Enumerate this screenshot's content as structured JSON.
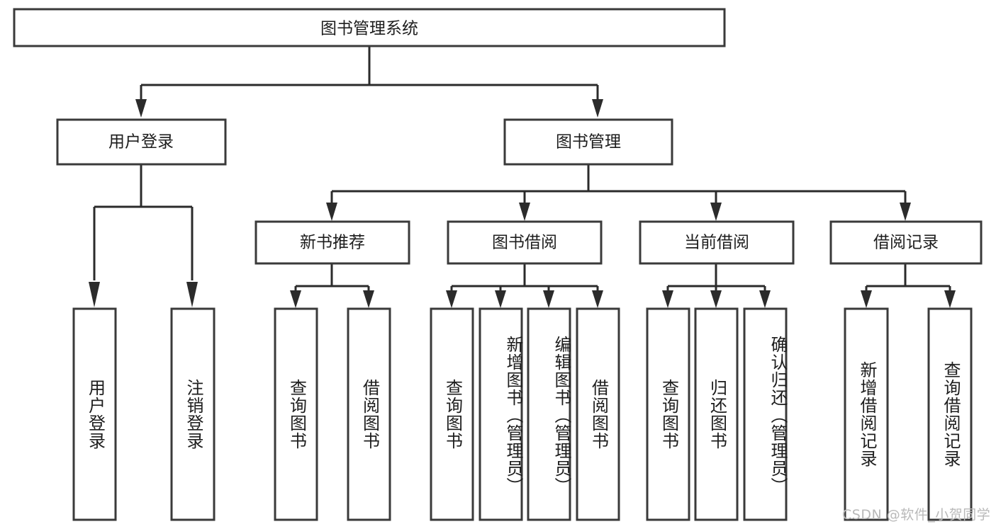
{
  "diagram": {
    "title_node": {
      "label": "图书管理系统"
    },
    "level2": [
      {
        "id": "user-login",
        "label": "用户登录"
      },
      {
        "id": "book-manage",
        "label": "图书管理"
      }
    ],
    "level3": [
      {
        "id": "new-book-recommend",
        "label": "新书推荐"
      },
      {
        "id": "book-borrow",
        "label": "图书借阅"
      },
      {
        "id": "current-borrow",
        "label": "当前借阅"
      },
      {
        "id": "borrow-record",
        "label": "借阅记录"
      }
    ],
    "leaves": [
      {
        "id": "leaf-user-login",
        "label": "用户登录",
        "align": "center"
      },
      {
        "id": "leaf-logout-login",
        "label": "注销登录",
        "align": "center"
      },
      {
        "id": "leaf-query-book-1",
        "label": "查询图书",
        "align": "center"
      },
      {
        "id": "leaf-borrow-book-1",
        "label": "借阅图书",
        "align": "center"
      },
      {
        "id": "leaf-query-book-2",
        "label": "查询图书",
        "align": "center"
      },
      {
        "id": "leaf-add-book-admin",
        "label": "新增图书（管理员）",
        "align": "top"
      },
      {
        "id": "leaf-edit-book-admin",
        "label": "编辑图书（管理员）",
        "align": "top"
      },
      {
        "id": "leaf-borrow-book-2",
        "label": "借阅图书",
        "align": "center"
      },
      {
        "id": "leaf-query-book-3",
        "label": "查询图书",
        "align": "center"
      },
      {
        "id": "leaf-return-book",
        "label": "归还图书",
        "align": "center"
      },
      {
        "id": "leaf-confirm-return-admin",
        "label": "确认归还（管理员）",
        "align": "top"
      },
      {
        "id": "leaf-add-borrow-record",
        "label": "新增借阅记录",
        "align": "center"
      },
      {
        "id": "leaf-query-borrow-record",
        "label": "查询借阅记录",
        "align": "center"
      }
    ],
    "watermark": "CSDN @软件_小贺同学",
    "colors": {
      "box_stroke": "#3a3a3a",
      "connector": "#2b2b2b",
      "text": "#1d1d1d",
      "background": "#ffffff",
      "watermark": "#b9b9b9"
    }
  },
  "chart_data": {
    "type": "tree",
    "title": "图书管理系统",
    "nodes": [
      {
        "id": "root",
        "label": "图书管理系统",
        "level": 0,
        "parent": null
      },
      {
        "id": "user-login",
        "label": "用户登录",
        "level": 1,
        "parent": "root"
      },
      {
        "id": "book-manage",
        "label": "图书管理",
        "level": 1,
        "parent": "root"
      },
      {
        "id": "new-book-recommend",
        "label": "新书推荐",
        "level": 2,
        "parent": "book-manage"
      },
      {
        "id": "book-borrow",
        "label": "图书借阅",
        "level": 2,
        "parent": "book-manage"
      },
      {
        "id": "current-borrow",
        "label": "当前借阅",
        "level": 2,
        "parent": "book-manage"
      },
      {
        "id": "borrow-record",
        "label": "借阅记录",
        "level": 2,
        "parent": "book-manage"
      },
      {
        "id": "leaf-user-login",
        "label": "用户登录",
        "level": 2,
        "parent": "user-login"
      },
      {
        "id": "leaf-logout-login",
        "label": "注销登录",
        "level": 2,
        "parent": "user-login"
      },
      {
        "id": "leaf-query-book-1",
        "label": "查询图书",
        "level": 3,
        "parent": "new-book-recommend"
      },
      {
        "id": "leaf-borrow-book-1",
        "label": "借阅图书",
        "level": 3,
        "parent": "new-book-recommend"
      },
      {
        "id": "leaf-query-book-2",
        "label": "查询图书",
        "level": 3,
        "parent": "book-borrow"
      },
      {
        "id": "leaf-add-book-admin",
        "label": "新增图书（管理员）",
        "level": 3,
        "parent": "book-borrow"
      },
      {
        "id": "leaf-edit-book-admin",
        "label": "编辑图书（管理员）",
        "level": 3,
        "parent": "book-borrow"
      },
      {
        "id": "leaf-borrow-book-2",
        "label": "借阅图书",
        "level": 3,
        "parent": "book-borrow"
      },
      {
        "id": "leaf-query-book-3",
        "label": "查询图书",
        "level": 3,
        "parent": "current-borrow"
      },
      {
        "id": "leaf-return-book",
        "label": "归还图书",
        "level": 3,
        "parent": "current-borrow"
      },
      {
        "id": "leaf-confirm-return-admin",
        "label": "确认归还（管理员）",
        "level": 3,
        "parent": "current-borrow"
      },
      {
        "id": "leaf-add-borrow-record",
        "label": "新增借阅记录",
        "level": 3,
        "parent": "borrow-record"
      },
      {
        "id": "leaf-query-borrow-record",
        "label": "查询借阅记录",
        "level": 3,
        "parent": "borrow-record"
      }
    ]
  }
}
